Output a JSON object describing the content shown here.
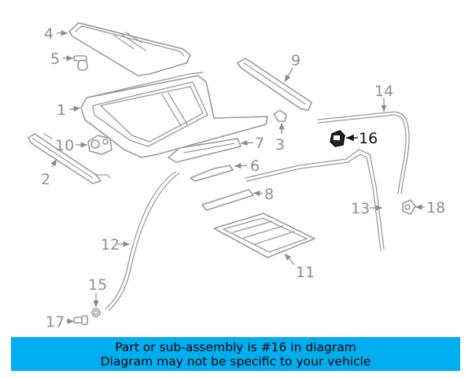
{
  "callouts": {
    "c1": "1",
    "c2": "2",
    "c3": "3",
    "c4": "4",
    "c5": "5",
    "c6": "6",
    "c7": "7",
    "c8": "8",
    "c9": "9",
    "c10": "10",
    "c11": "11",
    "c12": "12",
    "c13": "13",
    "c14": "14",
    "c15": "15",
    "c16": "16",
    "c17": "17",
    "c18": "18"
  },
  "highlighted_part": "16",
  "colors": {
    "banner_background": "#00aeef",
    "banner_text": "#000000",
    "part_stroke": "#9a9a9a",
    "highlight": "#111111"
  },
  "banner": {
    "line1": "Part or sub-assembly is #16 in diagram",
    "line2": "Diagram may not be specific to your vehicle"
  }
}
